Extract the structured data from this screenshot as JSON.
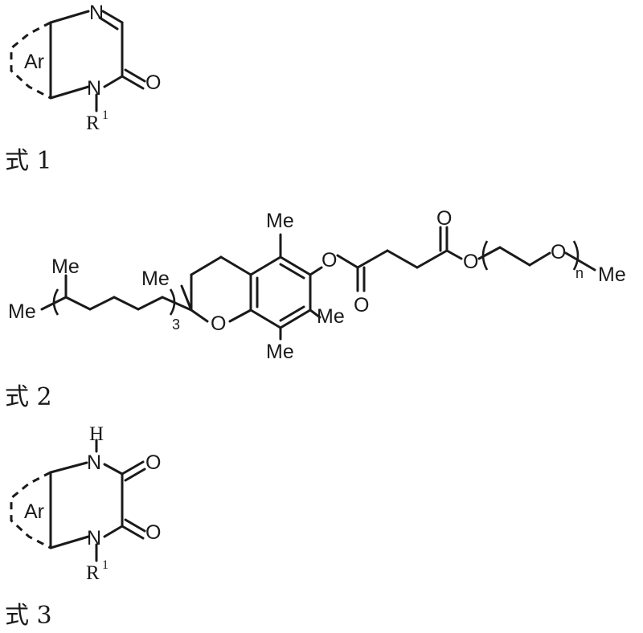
{
  "formula1": {
    "caption": "式 1",
    "ring_label": "Ar",
    "atom_N_top": "N",
    "atom_N_bottom": "N",
    "atom_O": "O",
    "substituent": "R",
    "substituent_sup": "1"
  },
  "formula2": {
    "caption": "式 2",
    "methyl_top_left": "Me",
    "methyl_end_left": "Me",
    "methyl_c2": "Me",
    "methyl_ring_top": "Me",
    "methyl_ring_right": "Me",
    "methyl_ring_bottom": "Me",
    "methyl_terminal": "Me",
    "repeat_sub_3": "3",
    "repeat_sub_n": "n",
    "atom_O_ring": "O",
    "atom_O_ester1": "O",
    "atom_O_carbonyl1": "O",
    "atom_O_carbonyl2": "O",
    "atom_O_ester2": "O",
    "atom_O_peg": "O"
  },
  "formula3": {
    "caption": "式 3",
    "ring_label": "Ar",
    "atom_H": "H",
    "atom_N_top": "N",
    "atom_N_bottom": "N",
    "atom_O_top": "O",
    "atom_O_bottom": "O",
    "substituent": "R",
    "substituent_sup": "1"
  }
}
